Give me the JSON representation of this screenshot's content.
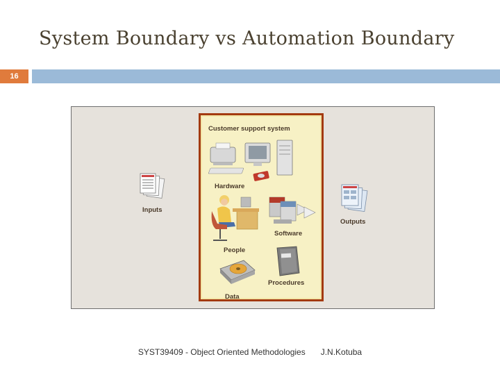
{
  "slide": {
    "title": "System Boundary vs Automation Boundary",
    "number": "16"
  },
  "diagram": {
    "system_label": "Customer support system",
    "inputs_label": "Inputs",
    "outputs_label": "Outputs",
    "components": {
      "hardware": "Hardware",
      "software": "Software",
      "people": "People",
      "procedures": "Procedures",
      "data": "Data"
    }
  },
  "footer": {
    "course": "SYST39409 - Object Oriented Methodologies",
    "author": "J.N.Kotuba"
  }
}
